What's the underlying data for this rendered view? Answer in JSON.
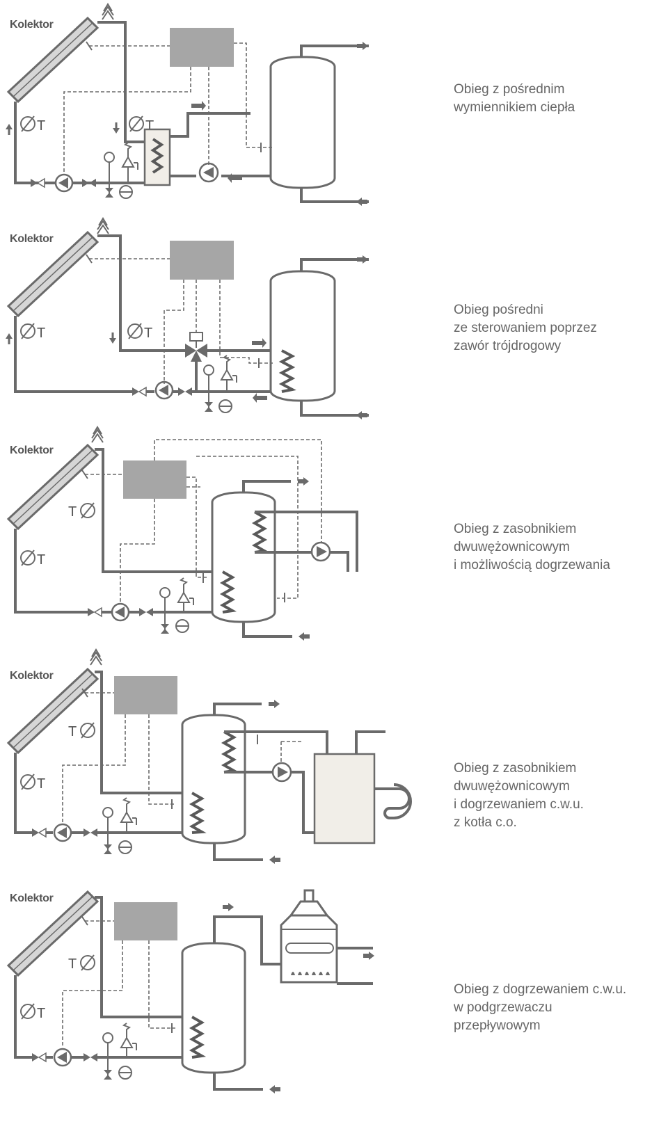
{
  "collector_label": "Kolektor",
  "sensor_letter": "T",
  "colors": {
    "pipe": "#6a6a6a",
    "controller": "#a6a6a6",
    "exchanger_fill": "#f1eee8",
    "collector_fill": "#d6d6d6",
    "text": "#666666"
  },
  "circuits": [
    {
      "description_lines": [
        "Obieg z pośrednim",
        "wymiennikiem ciepła"
      ]
    },
    {
      "description_lines": [
        "Obieg pośredni",
        "ze sterowaniem poprzez",
        "zawór trójdrogowy"
      ]
    },
    {
      "description_lines": [
        "Obieg z zasobnikiem",
        "dwuwężownicowym",
        "i możliwością dogrzewania"
      ]
    },
    {
      "description_lines": [
        "Obieg z zasobnikiem",
        "dwuwężownicowym",
        "i dogrzewaniem c.w.u.",
        "z kotła c.o."
      ]
    },
    {
      "description_lines": [
        "Obieg z dogrzewaniem c.w.u.",
        "w podgrzewaczu",
        "przepływowym"
      ]
    }
  ]
}
